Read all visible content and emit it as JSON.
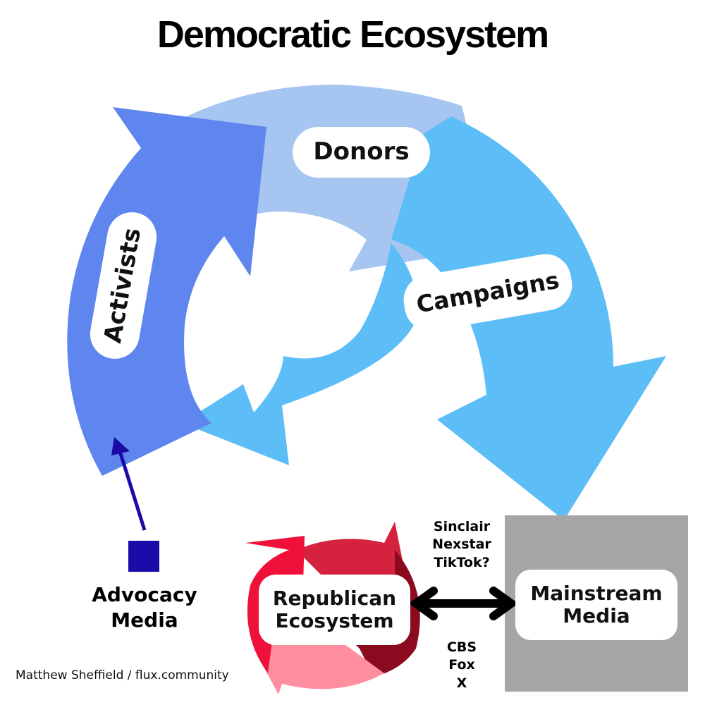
{
  "title": "Democratic Ecosystem",
  "nodes": {
    "activists": "Activists",
    "donors": "Donors",
    "campaigns": "Campaigns",
    "advocacy_media": [
      "Advocacy",
      "Media"
    ],
    "republican": [
      "Republican",
      "Ecosystem"
    ],
    "mainstream": [
      "Mainstream",
      "Media"
    ]
  },
  "links_top": [
    "Sinclair",
    "Nexstar",
    "TikTok?"
  ],
  "links_bottom": [
    "CBS",
    "Fox",
    "X"
  ],
  "credit": "Matthew Sheffield / flux.community",
  "colors": {
    "activists": "#5f86ee",
    "donors": "#a6c5f0",
    "campaigns": "#5cbdf7",
    "mainstream": "#a6a6a6",
    "advocacy": "#1a0aa6"
  }
}
